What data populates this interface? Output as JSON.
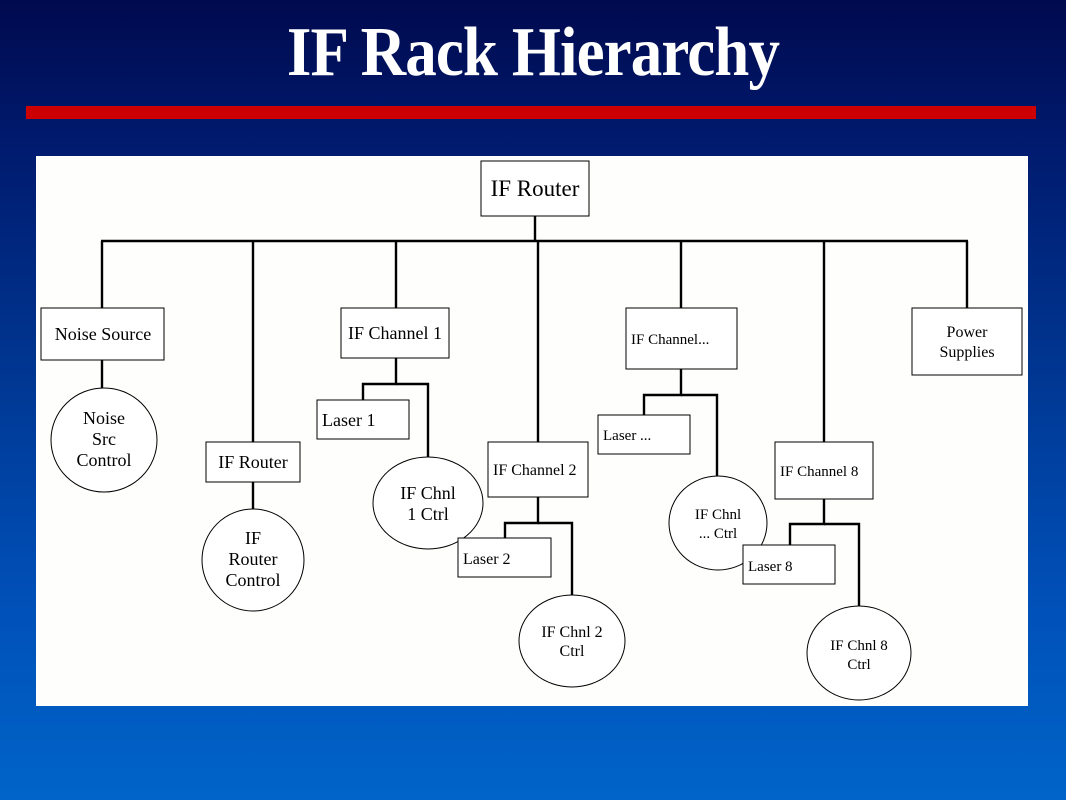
{
  "slide": {
    "title": "IF Rack Hierarchy",
    "colors": {
      "background_top": "#000a4e",
      "background_bottom": "#0064c8",
      "accent_rule": "#cc0000",
      "panel": "#fefefc",
      "title_text": "#ffffff"
    }
  },
  "diagram": {
    "root": {
      "id": "if-router-root",
      "label": "IF Router",
      "shape": "box"
    },
    "children": [
      {
        "id": "noise-source",
        "label": [
          "Noise Source"
        ],
        "shape": "box",
        "children": [
          {
            "id": "noise-src-control",
            "label": [
              "Noise",
              "Src",
              "Control"
            ],
            "shape": "circle"
          }
        ]
      },
      {
        "id": "if-router",
        "label": [
          "IF Router"
        ],
        "shape": "box",
        "children": [
          {
            "id": "if-router-control",
            "label": [
              "IF",
              "Router",
              "Control"
            ],
            "shape": "circle"
          }
        ]
      },
      {
        "id": "if-channel-1",
        "label": [
          "IF Channel 1"
        ],
        "shape": "box",
        "children": [
          {
            "id": "laser-1",
            "label": [
              "Laser 1"
            ],
            "shape": "box"
          },
          {
            "id": "if-chnl-1-ctrl",
            "label": [
              "IF Chnl",
              "1 Ctrl"
            ],
            "shape": "circle"
          }
        ]
      },
      {
        "id": "if-channel-2",
        "label": [
          "IF Channel 2"
        ],
        "shape": "box",
        "children": [
          {
            "id": "laser-2",
            "label": [
              "Laser 2"
            ],
            "shape": "box"
          },
          {
            "id": "if-chnl-2-ctrl",
            "label": [
              "IF Chnl 2",
              "Ctrl"
            ],
            "shape": "circle"
          }
        ]
      },
      {
        "id": "if-channel-etc",
        "label": [
          "IF Channel..."
        ],
        "shape": "box",
        "children": [
          {
            "id": "laser-etc",
            "label": [
              "Laser ..."
            ],
            "shape": "box"
          },
          {
            "id": "if-chnl-etc-ctrl",
            "label": [
              "IF Chnl",
              "... Ctrl"
            ],
            "shape": "circle"
          }
        ]
      },
      {
        "id": "if-channel-8",
        "label": [
          "IF Channel 8"
        ],
        "shape": "box",
        "children": [
          {
            "id": "laser-8",
            "label": [
              "Laser 8"
            ],
            "shape": "box"
          },
          {
            "id": "if-chnl-8-ctrl",
            "label": [
              "IF Chnl 8",
              "Ctrl"
            ],
            "shape": "circle"
          }
        ]
      },
      {
        "id": "power-supplies",
        "label": [
          "Power",
          "Supplies"
        ],
        "shape": "box"
      }
    ]
  }
}
